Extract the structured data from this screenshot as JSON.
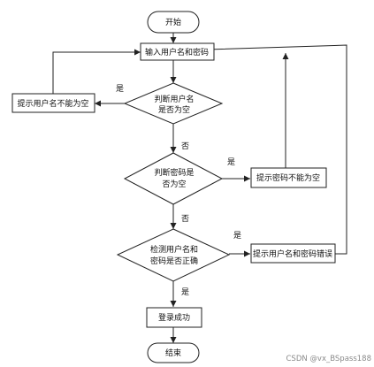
{
  "nodes": {
    "start": "开始",
    "input": "输入用户名和密码",
    "check_user_1": "判断用户名",
    "check_user_2": "是否为空",
    "prompt_user_empty": "提示用户名不能为空",
    "check_pwd_1": "判断密码是",
    "check_pwd_2": "否为空",
    "prompt_pwd_empty": "提示密码不能为空",
    "verify_1": "检测用户名和",
    "verify_2": "密码是否正确",
    "prompt_wrong": "提示用户名和密码错误",
    "success": "登录成功",
    "end": "结束"
  },
  "edges": {
    "user_empty_yes": "是",
    "user_empty_no": "否",
    "pwd_empty_yes": "是",
    "pwd_empty_no": "否",
    "verify_wrong": "是",
    "verify_ok": "是"
  },
  "watermark": "CSDN @vx_BSpass188",
  "colors": {
    "stroke": "#222222",
    "fill": "#ffffff",
    "text": "#111111",
    "watermark": "#8a8a8a"
  }
}
